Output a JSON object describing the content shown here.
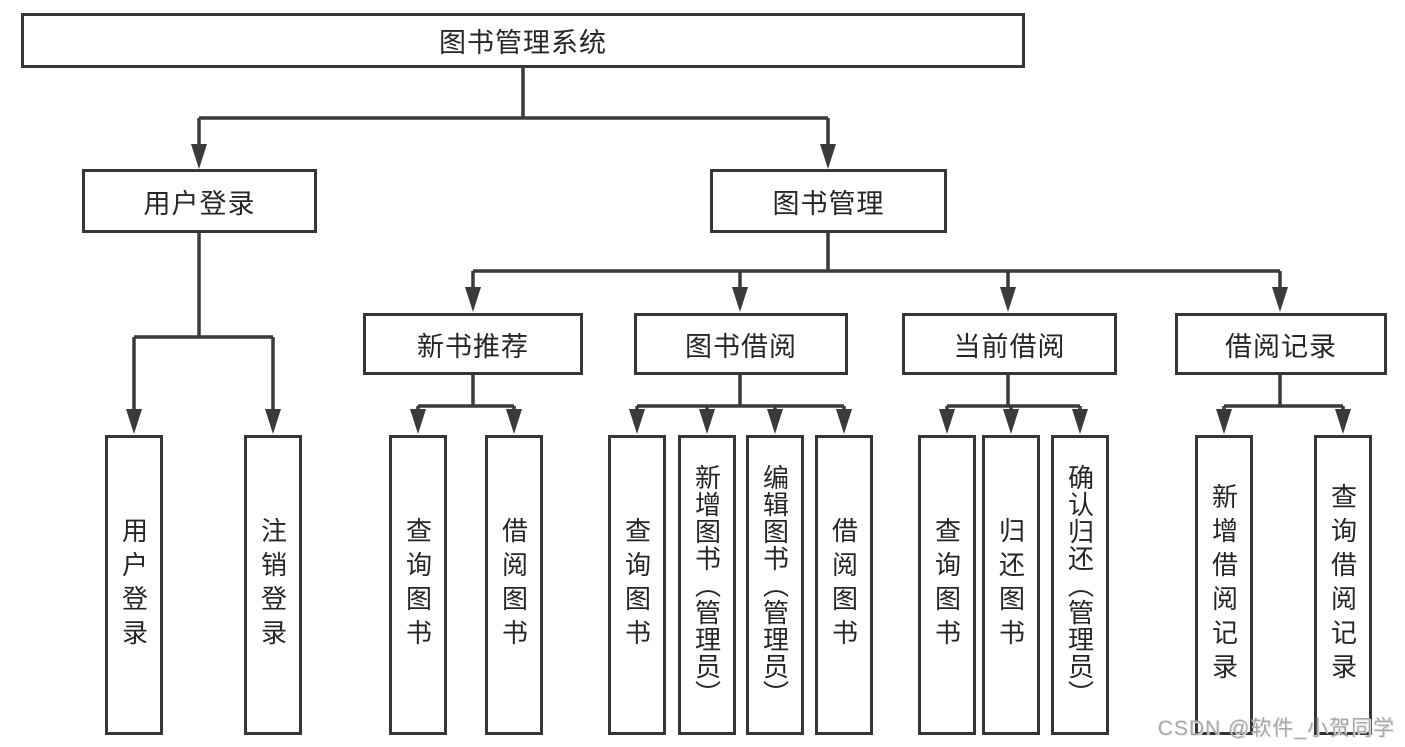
{
  "diagram": {
    "type": "tree",
    "root": {
      "label": "图书管理系统"
    },
    "branches": [
      {
        "label": "用户登录",
        "children": [
          {
            "label": "用户登录"
          },
          {
            "label": "注销登录"
          }
        ]
      },
      {
        "label": "图书管理",
        "children": [
          {
            "label": "新书推荐",
            "children": [
              {
                "label": "查询图书"
              },
              {
                "label": "借阅图书"
              }
            ]
          },
          {
            "label": "图书借阅",
            "children": [
              {
                "label": "查询图书"
              },
              {
                "label": "新增图书（管理员）"
              },
              {
                "label": "编辑图书（管理员）"
              },
              {
                "label": "借阅图书"
              }
            ]
          },
          {
            "label": "当前借阅",
            "children": [
              {
                "label": "查询图书"
              },
              {
                "label": "归还图书"
              },
              {
                "label": "确认归还（管理员）"
              }
            ]
          },
          {
            "label": "借阅记录",
            "children": [
              {
                "label": "新增借阅记录"
              },
              {
                "label": "查询借阅记录"
              }
            ]
          }
        ]
      }
    ]
  },
  "watermark": {
    "text": "CSDN @软件_小贺同学",
    "color": "#a6a9ad"
  },
  "colors": {
    "background": "#ffffff",
    "line": "#3a3a3a",
    "box_border": "#363636",
    "text": "#262626"
  }
}
